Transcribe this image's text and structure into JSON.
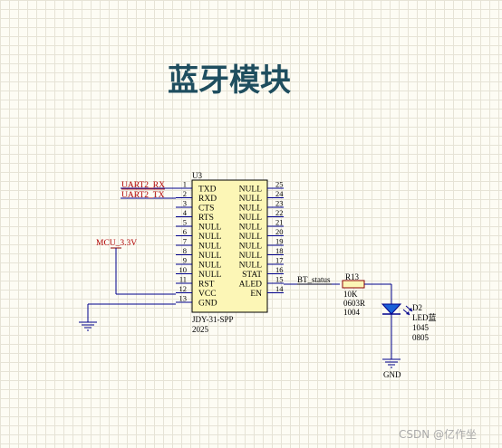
{
  "title": "蓝牙模块",
  "module": {
    "designator": "U3",
    "part_number": "JDY-31-SPP",
    "year": "2025",
    "left_pins": [
      {
        "num": "1",
        "name": "TXD"
      },
      {
        "num": "2",
        "name": "RXD"
      },
      {
        "num": "3",
        "name": "CTS"
      },
      {
        "num": "4",
        "name": "RTS"
      },
      {
        "num": "5",
        "name": "NULL"
      },
      {
        "num": "6",
        "name": "NULL"
      },
      {
        "num": "7",
        "name": "NULL"
      },
      {
        "num": "8",
        "name": "NULL"
      },
      {
        "num": "9",
        "name": "NULL"
      },
      {
        "num": "10",
        "name": "NULL"
      },
      {
        "num": "11",
        "name": "RST"
      },
      {
        "num": "12",
        "name": "VCC"
      },
      {
        "num": "13",
        "name": "GND"
      }
    ],
    "right_pins": [
      {
        "num": "25",
        "name": "NULL"
      },
      {
        "num": "24",
        "name": "NULL"
      },
      {
        "num": "23",
        "name": "NULL"
      },
      {
        "num": "22",
        "name": "NULL"
      },
      {
        "num": "21",
        "name": "NULL"
      },
      {
        "num": "20",
        "name": "NULL"
      },
      {
        "num": "19",
        "name": "NULL"
      },
      {
        "num": "18",
        "name": "NULL"
      },
      {
        "num": "17",
        "name": "NULL"
      },
      {
        "num": "16",
        "name": "STAT"
      },
      {
        "num": "15",
        "name": "ALED"
      },
      {
        "num": "14",
        "name": "EN"
      }
    ]
  },
  "nets": {
    "uart_rx": "UART2_RX",
    "uart_tx": "UART2_TX",
    "mcu_power": "MCU_3.3V",
    "bt_status": "BT_status",
    "gnd": "GND"
  },
  "resistor": {
    "designator": "R13",
    "value": "10K",
    "package": "0603R",
    "code": "1004"
  },
  "led": {
    "designator": "D2",
    "name": "LED蓝",
    "code": "1045",
    "package": "0805"
  },
  "watermark": "CSDN @亿作坐",
  "colors": {
    "title": "#1f4e5f",
    "wire": "#00008b",
    "net_label": "#b00000",
    "component": "#8b0000",
    "body_fill": "#fcf6b6",
    "led_fill": "#1a5fd6"
  }
}
